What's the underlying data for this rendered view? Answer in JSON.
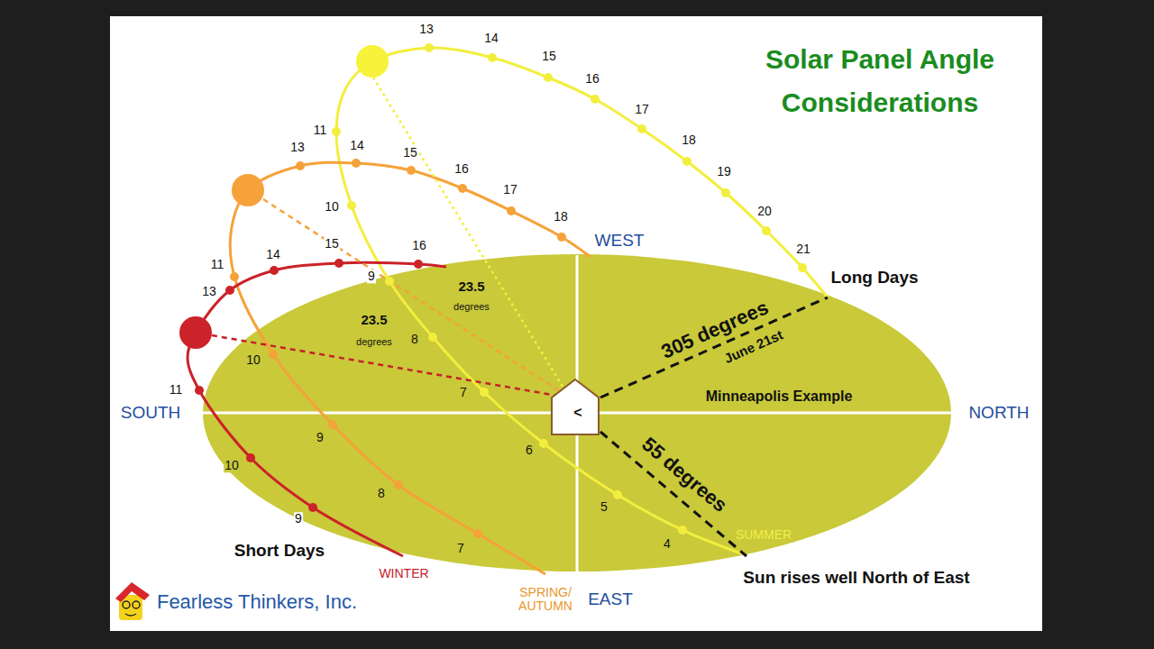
{
  "diagram": {
    "title": "Solar Panel Angle Considerations",
    "labels": [
      "13",
      "14",
      "15",
      "16",
      "17",
      "18",
      "19",
      "20",
      "21",
      "11",
      "13",
      "14",
      "15",
      "16",
      "10",
      "17",
      "18",
      "WEST",
      "14",
      "15",
      "16",
      "11",
      "9",
      "Long Days",
      "13",
      "23.5",
      "degrees",
      "23.5",
      "degrees",
      "305 degrees",
      "June 21st",
      "8",
      "10",
      "11",
      "7",
      "Minneapolis Example",
      "<",
      "SOUTH",
      "NORTH",
      "9",
      "6",
      "55 degrees",
      "10",
      "8",
      "5",
      "9",
      "SUMMER",
      "4",
      "7",
      "Short Days",
      "WINTER",
      "Sun rises well North of East",
      "SPRING/ AUTUMN",
      "EAST",
      "Fearless Thinkers, Inc."
    ]
  }
}
